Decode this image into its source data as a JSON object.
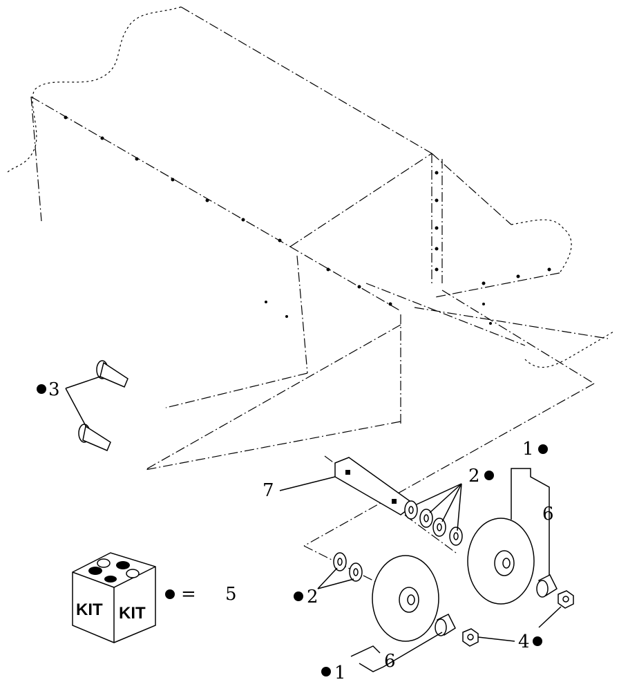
{
  "callouts": [
    {
      "id": "c3",
      "text": "3",
      "bullet_left": true
    },
    {
      "id": "c7",
      "text": "7",
      "bullet_left": false
    },
    {
      "id": "c1-top",
      "text": "1",
      "bullet_right": true
    },
    {
      "id": "c2-top",
      "text": "2",
      "bullet_right": true
    },
    {
      "id": "c6-top",
      "text": "6"
    },
    {
      "id": "c2-left",
      "text": "2",
      "bullet_left": true
    },
    {
      "id": "c5-eq",
      "text": "="
    },
    {
      "id": "c5",
      "text": "5"
    },
    {
      "id": "c4",
      "text": "4",
      "bullet_right": true
    },
    {
      "id": "c1-bottom",
      "text": "1",
      "bullet_left": true
    },
    {
      "id": "c6-bottom",
      "text": "6"
    }
  ],
  "kit": {
    "label_left": "KIT",
    "label_right": "KIT"
  },
  "icons": [
    "bullet-icon",
    "kit-box-icon"
  ]
}
